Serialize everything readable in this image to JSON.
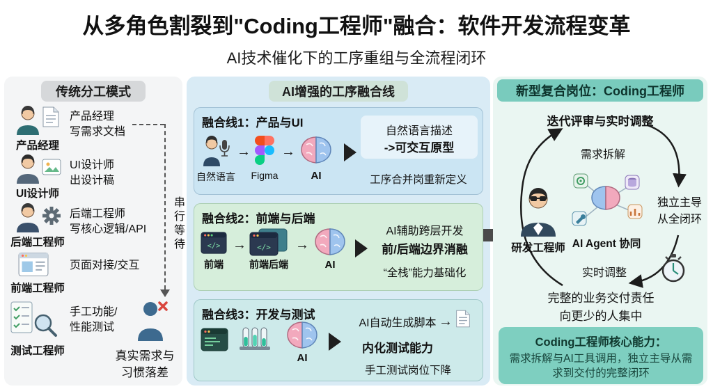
{
  "glyphs": {
    "arrow_right": "→"
  },
  "header": {
    "title": "从多角色割裂到\"Coding工程师\"融合：软件开发流程变革",
    "subtitle": "AI技术催化下的工序重组与全流程闭环"
  },
  "left": {
    "header": "传统分工模式",
    "serial_label": "串行等待",
    "roles": [
      {
        "caption": "产品经理",
        "line1": "产品经理",
        "line2": "写需求文档"
      },
      {
        "caption": "UI设计师",
        "line1": "UI设计师",
        "line2": "出设计稿"
      },
      {
        "caption": "后端工程师",
        "line1": "后端工程师",
        "line2": "写核心逻辑/API"
      },
      {
        "caption": "前端工程师",
        "line1": "页面对接/交互",
        "line2": ""
      },
      {
        "caption": "测试工程师",
        "line1": "手工功能/",
        "line2": "性能测试"
      }
    ],
    "gap_line1": "真实需求与",
    "gap_line2": "习惯落差"
  },
  "middle": {
    "header": "AI增强的工序融合线",
    "line1": {
      "title": "融合线1：产品与UI",
      "labels": [
        "自然语言",
        "Figma",
        "AI"
      ],
      "result1": "自然语言描述",
      "result2": "->可交互原型",
      "note": "工序合并岗重新定义"
    },
    "line2": {
      "title": "融合线2：前端与后端",
      "labels": [
        "前端",
        "前端后端",
        "AI"
      ],
      "result1": "AI辅助跨层开发",
      "result2": "前/后端边界消融",
      "note": "“全栈”能力基础化"
    },
    "line3": {
      "title": "融合线3：开发与测试",
      "labels": [
        "AI"
      ],
      "result1": "AI自动生成脚本",
      "result2": "内化测试能力",
      "note": "手工测试岗位下降"
    }
  },
  "right": {
    "header": "新型复合岗位：Coding工程师",
    "loop_top": "迭代评审与实时调整",
    "req_split": "需求拆解",
    "right_line1": "独立主导",
    "right_line2": "从全闭环",
    "engineer": "研发工程师",
    "agent": "AI Agent 协同",
    "loop_bottom": "实时调整",
    "note1": "完整的业务交付责任",
    "note2": "向更少的人集中",
    "core_title": "Coding工程师核心能力：",
    "core_body": "需求拆解与AI工具调用，独立主导从需求到交付的完整闭环"
  }
}
